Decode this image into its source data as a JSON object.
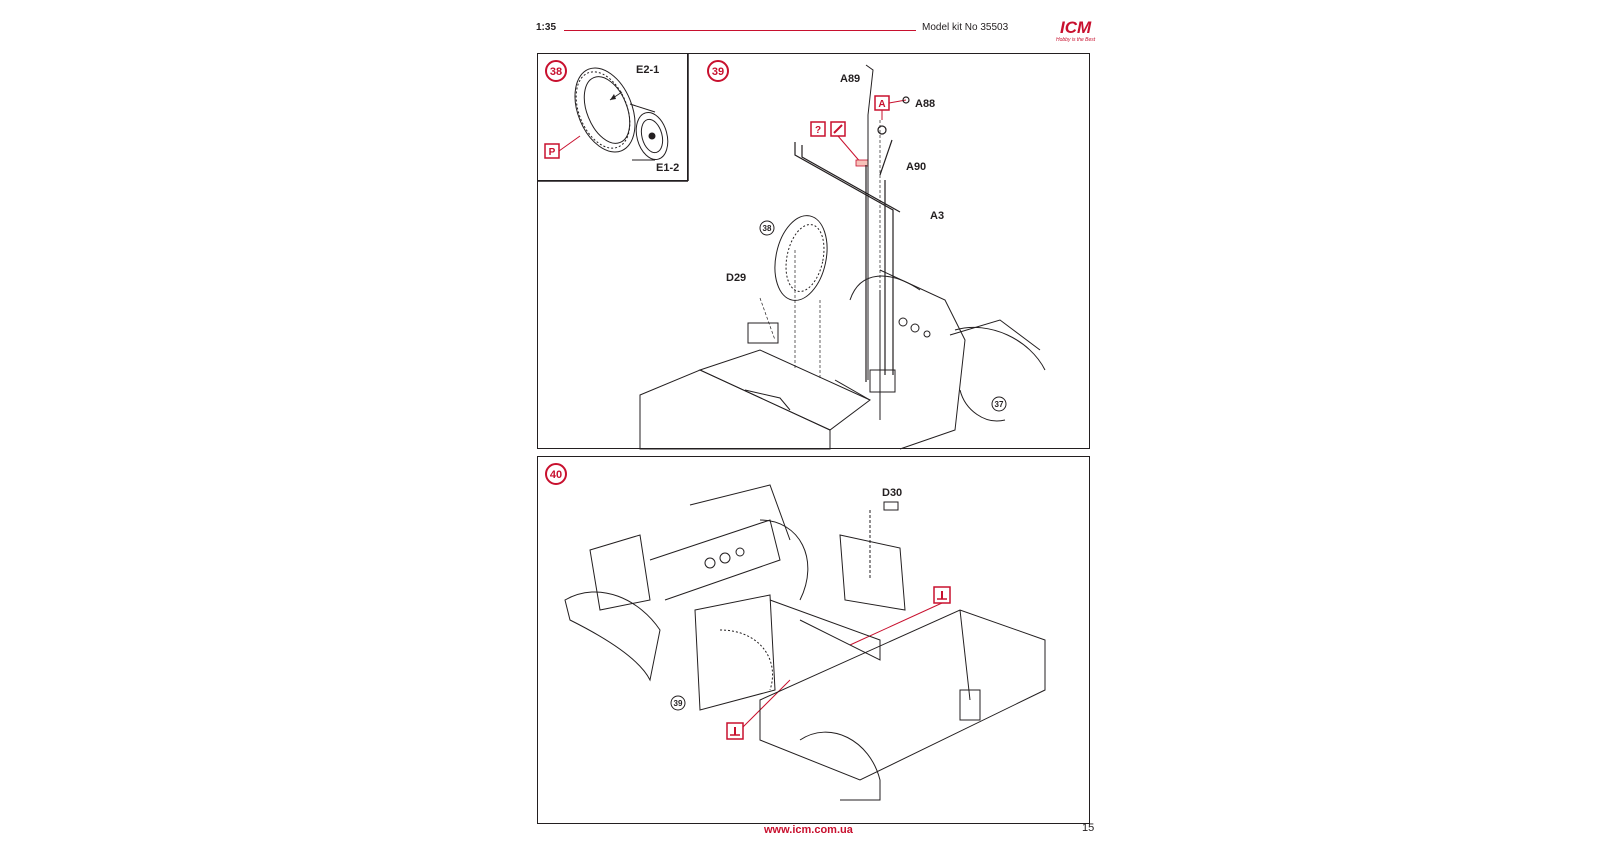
{
  "header": {
    "scale": "1:35",
    "model_kit": "Model kit No 35503",
    "logo": "ICM",
    "logo_tagline": "Hobby is the Best"
  },
  "steps": [
    {
      "number": "38",
      "parts": [
        "E2-1",
        "E1-2"
      ],
      "marks": [
        "P"
      ]
    },
    {
      "number": "39",
      "parts": [
        "A89",
        "A88",
        "A90",
        "A3",
        "D29"
      ],
      "marks": [
        "A",
        "?"
      ],
      "refs": [
        "38",
        "37"
      ]
    },
    {
      "number": "40",
      "parts": [
        "D30"
      ],
      "refs": [
        "39"
      ]
    }
  ],
  "footer": {
    "url": "www.icm.com.ua",
    "page": "15"
  },
  "colors": {
    "accent": "#c8102e",
    "line": "#231f20"
  }
}
